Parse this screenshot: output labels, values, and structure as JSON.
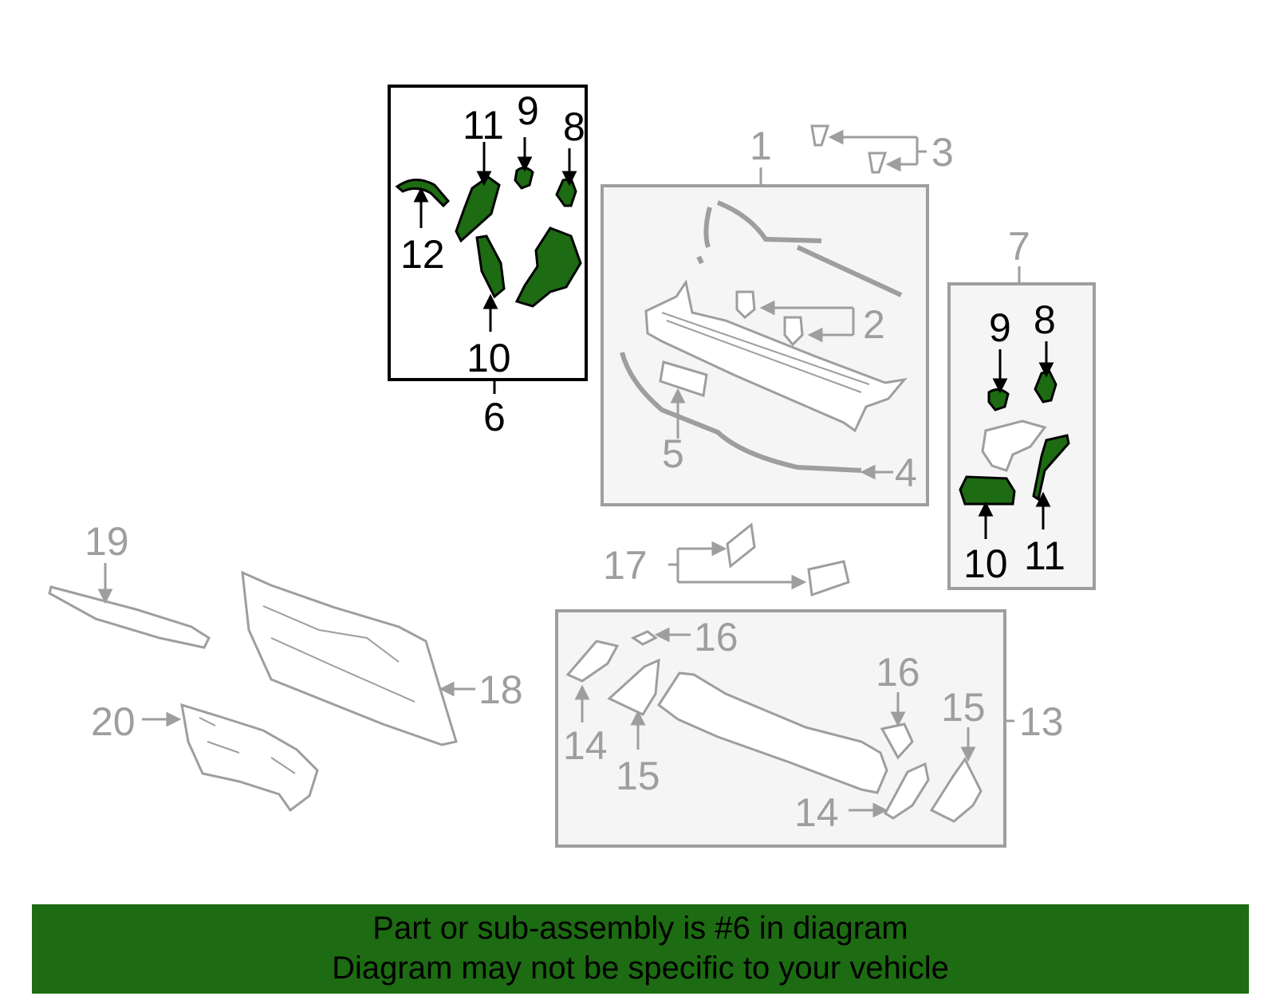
{
  "colors": {
    "highlight": "#1d6b12",
    "outline_dark": "#000000",
    "outline_light": "#9e9e9e",
    "box_fill": "#f5f5f5"
  },
  "callouts": {
    "c1": "1",
    "c2": "2",
    "c3": "3",
    "c4": "4",
    "c5": "5",
    "c6": "6",
    "c7": "7",
    "b6_8": "8",
    "b6_9": "9",
    "b6_10": "10",
    "b6_11": "11",
    "b6_12": "12",
    "b7_8": "8",
    "b7_9": "9",
    "b7_10": "10",
    "b7_11": "11",
    "c13": "13",
    "c14a": "14",
    "c14b": "14",
    "c15a": "15",
    "c15b": "15",
    "c16a": "16",
    "c16b": "16",
    "c17": "17",
    "c18": "18",
    "c19": "19",
    "c20": "20"
  },
  "banner": {
    "line1": "Part or sub-assembly is #6 in diagram",
    "line2": "Diagram may not be specific to your vehicle"
  }
}
